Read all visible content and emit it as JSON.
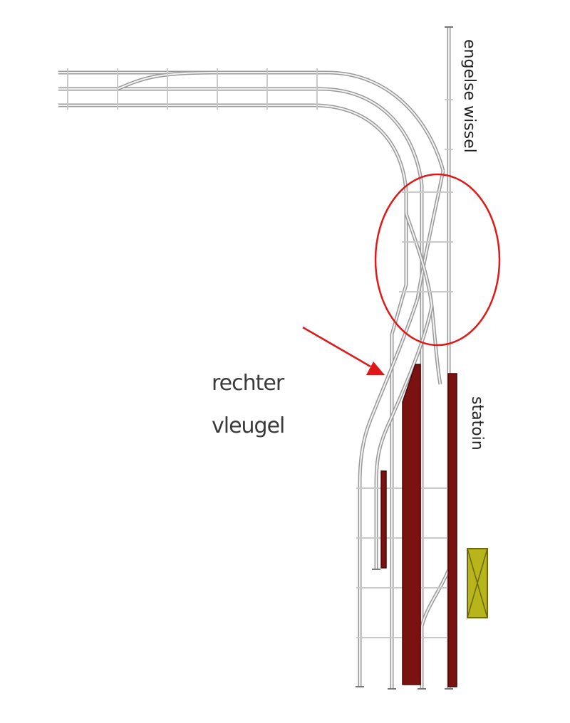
{
  "labels": {
    "wing_line1": "rechter",
    "wing_line2": "vleugel",
    "crossing_vertical": "engelse wissel",
    "station_vertical": "statoin"
  },
  "colors": {
    "background": "#ffffff",
    "rail": "#9a9a9a",
    "rail_highlight": "#f2f2f2",
    "platform": "#7a1212",
    "highlight_circle": "#e01818",
    "arrow": "#e01818",
    "building_fill": "#b7b51a",
    "building_stroke": "#6b6a10"
  },
  "icons": {
    "arrow": "red-arrow-icon",
    "building": "station-building-icon"
  }
}
